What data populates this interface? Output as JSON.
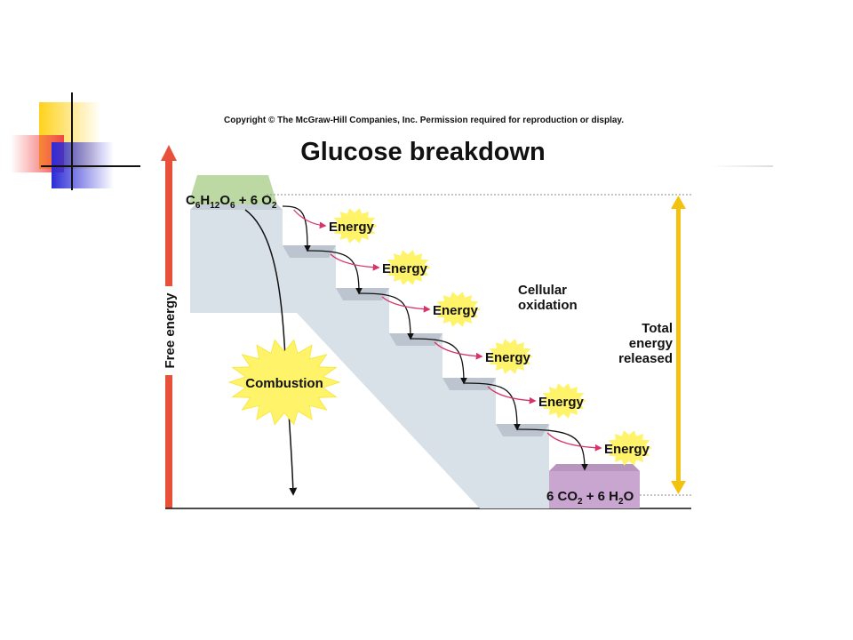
{
  "copyright": "Copyright © The McGraw-Hill Companies, Inc. Permission required for reproduction or display.",
  "title": "Glucose breakdown",
  "axis_label": "Free energy",
  "reactant": {
    "parts": [
      {
        "text": "C",
        "sub": "6"
      },
      {
        "text": "H",
        "sub": "12"
      },
      {
        "text": "O",
        "sub": "6"
      },
      {
        "text": " + 6 O",
        "sub": "2"
      }
    ]
  },
  "product": {
    "parts": [
      {
        "text": "6 CO",
        "sub": "2"
      },
      {
        "text": " + 6 H",
        "sub": "2"
      },
      {
        "text": "O",
        "sub": ""
      }
    ]
  },
  "energy_labels": [
    "Energy",
    "Energy",
    "Energy",
    "Energy",
    "Energy",
    "Energy"
  ],
  "combustion_label": "Combustion",
  "cellular_oxidation": [
    "Cellular",
    "oxidation"
  ],
  "total_energy": [
    "Total",
    "energy",
    "released"
  ],
  "colors": {
    "free_energy_arrow": "#e8503a",
    "total_energy_arrow": "#f2c20f",
    "energy_arrow": "#d8346a",
    "starburst": "#fff36a",
    "reactant_platform": "#bcd9a4",
    "product_platform": "#c9a6cf",
    "stairs": "#d9e1e8",
    "stair_top": "#bcc5cf",
    "deco_yellow": "#ffd21c",
    "deco_red": "#f04545",
    "deco_blue": "#2b2bd6"
  }
}
